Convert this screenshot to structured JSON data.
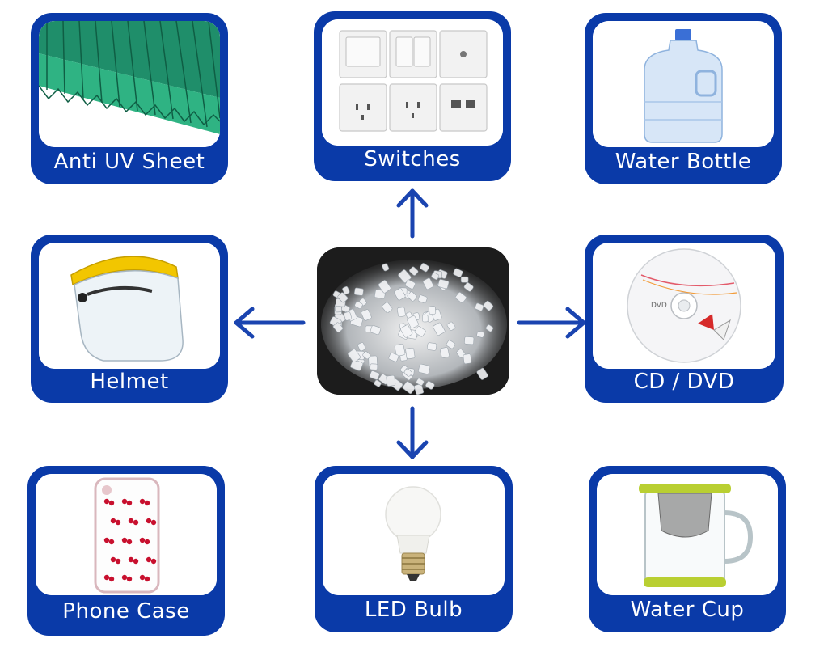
{
  "center": {
    "icon": "plastic-pellets-icon"
  },
  "products": [
    {
      "id": "anti-uv-sheet",
      "label": "Anti UV Sheet",
      "icon": "polycarbonate-sheet-icon"
    },
    {
      "id": "switches",
      "label": "Switches",
      "icon": "wall-switches-icon"
    },
    {
      "id": "water-bottle",
      "label": "Water Bottle",
      "icon": "water-bottle-icon"
    },
    {
      "id": "helmet",
      "label": "Helmet",
      "icon": "face-shield-helmet-icon"
    },
    {
      "id": "cd-dvd",
      "label": "CD / DVD",
      "icon": "disc-icon"
    },
    {
      "id": "phone-case",
      "label": "Phone Case",
      "icon": "phone-case-icon"
    },
    {
      "id": "led-bulb",
      "label": "LED Bulb",
      "icon": "led-bulb-icon"
    },
    {
      "id": "water-cup",
      "label": "Water Cup",
      "icon": "water-cup-icon"
    }
  ],
  "colors": {
    "card": "#0a3aa8",
    "arrow": "#1a44b0",
    "label": "#ffffff"
  }
}
